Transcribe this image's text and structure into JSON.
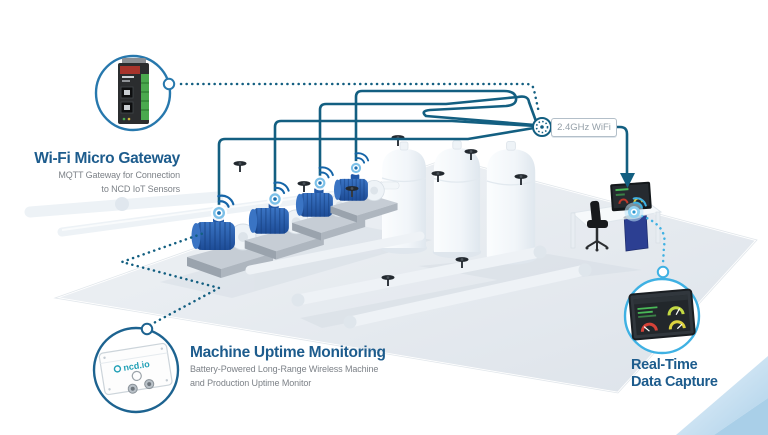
{
  "callouts": {
    "gateway": {
      "title": "Wi-Fi Micro Gateway",
      "subtitle_line1": "MQTT Gateway for Connection",
      "subtitle_line2": "to NCD IoT Sensors"
    },
    "uptime": {
      "title": "Machine Uptime Monitoring",
      "subtitle_line1": "Battery-Powered Long-Range Wireless Machine",
      "subtitle_line2": "and Production Uptime Monitor"
    },
    "capture": {
      "title_line1": "Real-Time",
      "title_line2": "Data Capture"
    }
  },
  "labels": {
    "wifi_badge": "2.4GHz WiFi"
  },
  "devices": {
    "uptime_sensor_brand": "ncd.io"
  },
  "icons": {
    "wifi_sensor": "concentric-circle-with-wifi-arcs",
    "wifi_hub": "dashed-beacon-circle",
    "down_arrow": "filled-triangle",
    "connector_node": "small-open-circle"
  },
  "colors": {
    "title_blue": "#1d5c8d",
    "line_blue": "#135f81",
    "light_blue": "#3fb1e3",
    "subtitle_gray": "#7d8288",
    "pump_blue": "#2a5fae",
    "badge_gray": "#95a0a9"
  }
}
